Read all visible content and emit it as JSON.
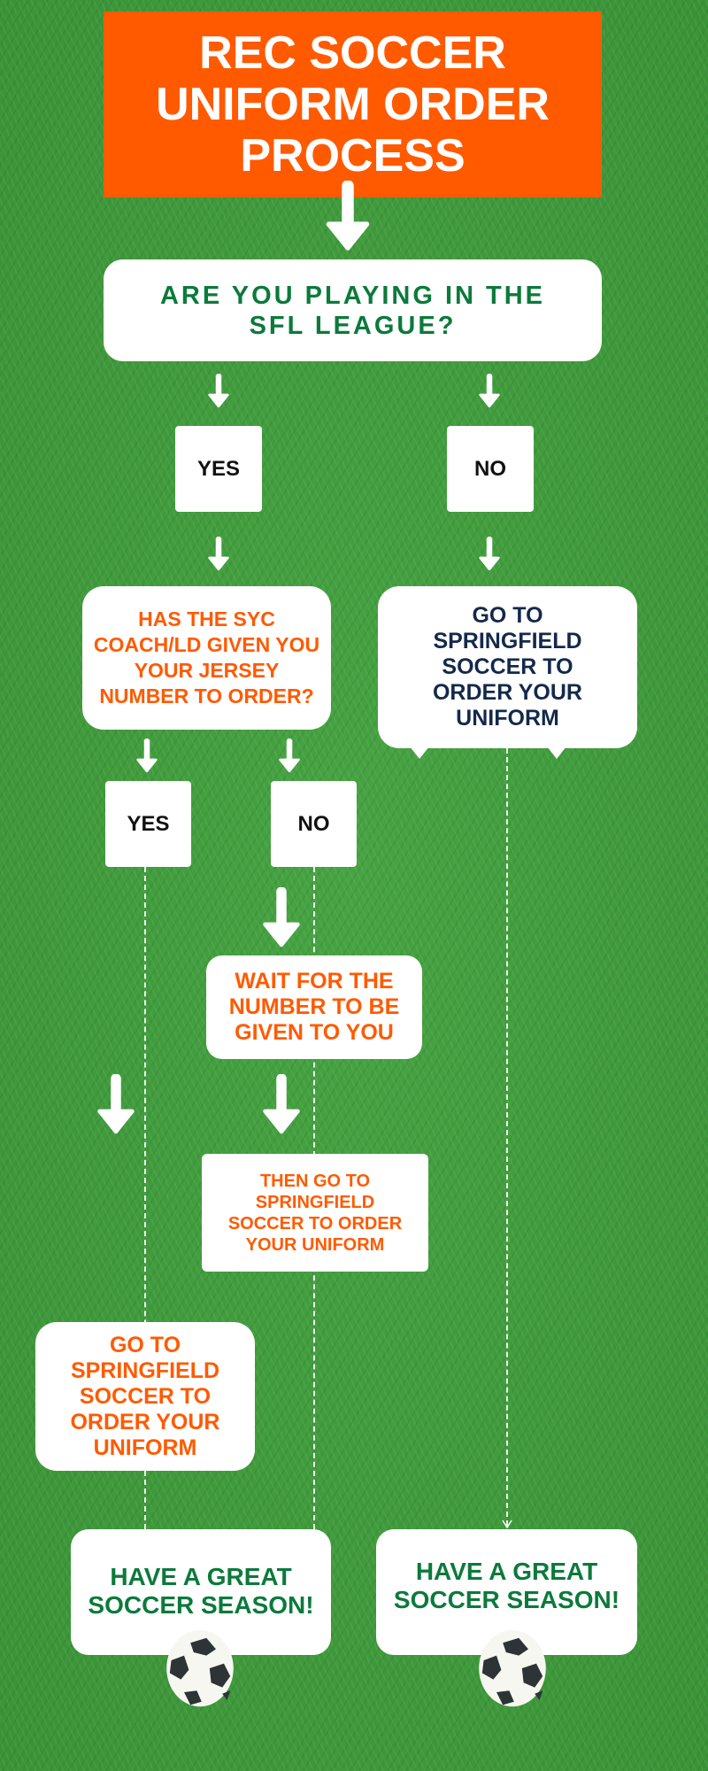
{
  "title": "REC SOCCER UNIFORM ORDER PROCESS",
  "question1": "ARE YOU PLAYING IN THE SFL LEAGUE?",
  "q1_yes": "YES",
  "q1_no": "NO",
  "question2": "HAS THE SYC COACH/LD GIVEN YOU YOUR JERSEY NUMBER TO ORDER?",
  "no_path_instruction": "GO TO SPRINGFIELD SOCCER TO ORDER YOUR UNIFORM",
  "q2_yes": "YES",
  "q2_no": "NO",
  "wait_step": "WAIT FOR THE NUMBER TO BE GIVEN TO YOU",
  "then_step": "THEN GO TO SPRINGFIELD SOCCER TO ORDER YOUR UNIFORM",
  "yes_path_instruction": "GO TO SPRINGFIELD SOCCER TO ORDER YOUR UNIFORM",
  "end_left": "HAVE A GREAT SOCCER SEASON!",
  "end_right": "HAVE A GREAT SOCCER SEASON!",
  "colors": {
    "orange": "#ff5a00",
    "green": "#0b7a3b",
    "navy": "#13294b",
    "grass": "#3f9a3c"
  }
}
